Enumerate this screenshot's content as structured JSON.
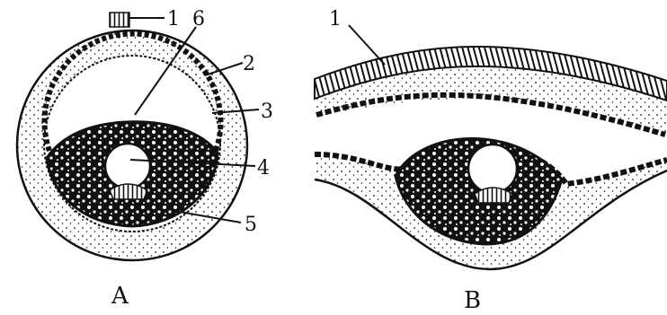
{
  "figure_a": {
    "caption": "A",
    "labels": [
      "1",
      "2",
      "3",
      "4",
      "5",
      "6"
    ]
  },
  "figure_b": {
    "caption": "B",
    "labels": [
      "1"
    ]
  },
  "colors": {
    "ink": "#111111",
    "paper": "#ffffff"
  }
}
